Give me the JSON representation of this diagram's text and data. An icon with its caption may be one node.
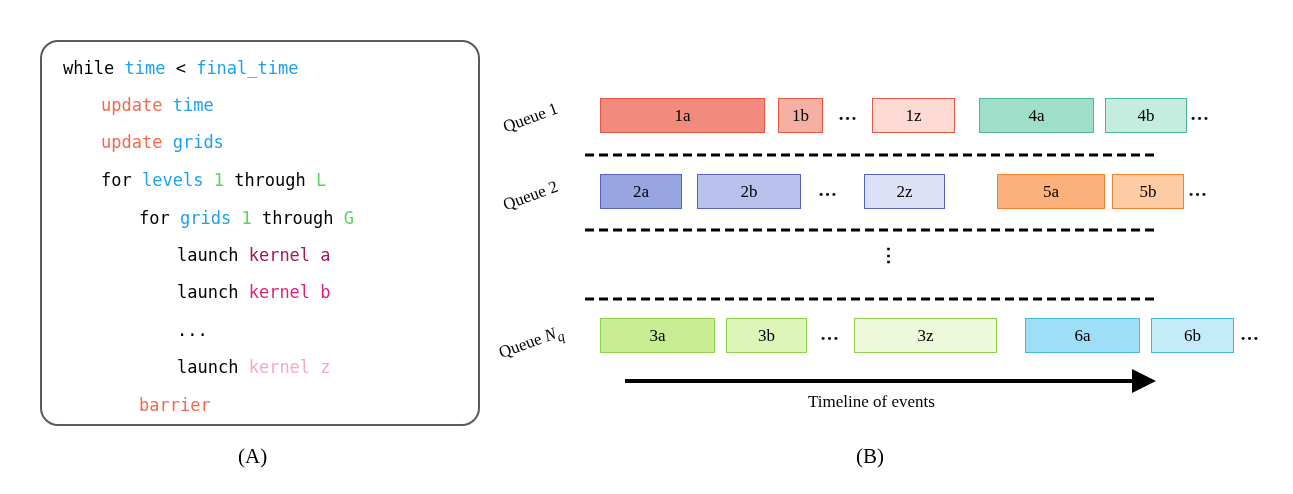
{
  "diagram": {
    "nodes": [
      {
        "text": [
          "while time < final_time",
          "update time",
          "update grids",
          "for levels 1 through L",
          "for grids 1 through G",
          "launch kernel a",
          "launch kernel b",
          "...",
          "launch kernel z",
          "barrier"
        ]
      },
      {
        "text": [
          "1a"
        ]
      },
      {
        "text": [
          "1b"
        ]
      },
      {
        "text": [
          "1z"
        ]
      },
      {
        "text": [
          "4a"
        ]
      },
      {
        "text": [
          "4b"
        ]
      },
      {
        "text": [
          "2a"
        ]
      },
      {
        "text": [
          "2b"
        ]
      },
      {
        "text": [
          "2z"
        ]
      },
      {
        "text": [
          "5a"
        ]
      },
      {
        "text": [
          "5b"
        ]
      },
      {
        "text": [
          "3a"
        ]
      },
      {
        "text": [
          "3b"
        ]
      },
      {
        "text": [
          "3z"
        ]
      },
      {
        "text": [
          "6a"
        ]
      },
      {
        "text": [
          "6b"
        ]
      }
    ],
    "labels": [
      "Queue 1",
      "…",
      "…",
      "Queue 2",
      "…",
      "…",
      "⋮",
      "Queue *N*$_{q}$",
      "…",
      "…",
      "Timeline of events",
      "(A)",
      "(B)"
    ]
  }
}
